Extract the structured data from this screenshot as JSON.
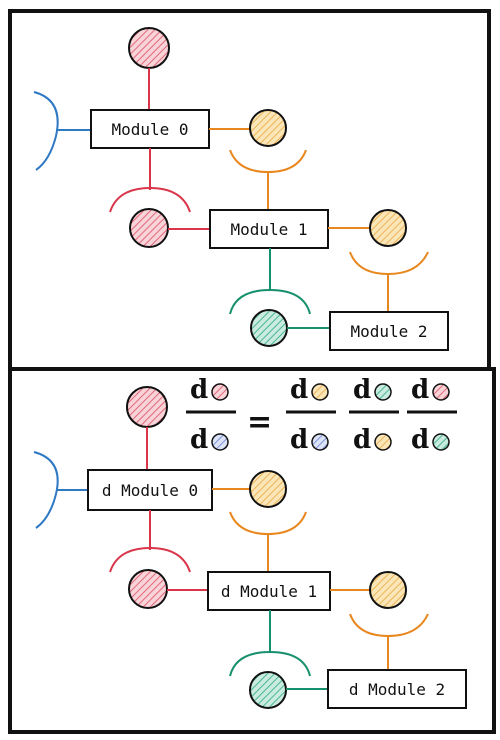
{
  "colors": {
    "red": "#d9364a",
    "red_fill": "#f4aab4",
    "orange": "#e8871e",
    "orange_fill": "#f8d58e",
    "blue": "#2f78c4",
    "blue_fill": "#b8c7f0",
    "green": "#17906d",
    "green_fill": "#8fd4c0",
    "ink": "#111111"
  },
  "top_panel": {
    "module0": "Module 0",
    "module1": "Module 1",
    "module2": "Module 2"
  },
  "bottom_panel": {
    "module0": "d Module 0",
    "module1": "d Module 1",
    "module2": "d Module 2"
  },
  "equation": {
    "d": "d",
    "equals": "="
  }
}
